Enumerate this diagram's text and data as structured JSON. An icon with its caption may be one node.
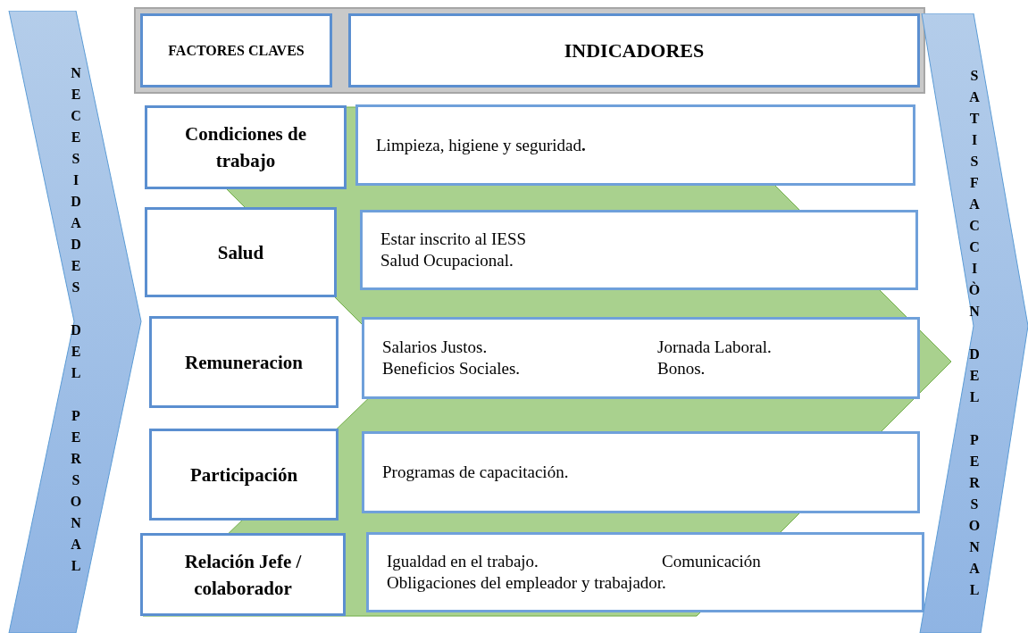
{
  "diagram": {
    "nodes": [
      {
        "text": [
          "NECESIDADES DEL PERSONAL"
        ]
      },
      {
        "text": [
          "FACTORES CLAVES"
        ]
      },
      {
        "text": [
          "INDICADORES"
        ]
      },
      {
        "text": [
          "Condiciones de trabajo"
        ]
      },
      {
        "text": [
          "Limpieza, higiene y seguridad**.**"
        ]
      },
      {
        "text": [
          "Salud"
        ]
      },
      {
        "text": [
          "Estar inscrito al IESS",
          "Salud Ocupacional."
        ]
      },
      {
        "text": [
          "Remuneracion"
        ]
      },
      {
        "text": [
          "Salarios Justos.",
          "Jornada Laboral.",
          "Beneficios Sociales.",
          "Bonos."
        ]
      },
      {
        "text": [
          "Participación"
        ]
      },
      {
        "text": [
          "Programas de capacitación."
        ]
      },
      {
        "text": [
          "Relación Jefe / colaborador"
        ]
      },
      {
        "text": [
          "Igualdad en el trabajo.",
          "Comunicación",
          "Obligaciones del empleador y trabajador."
        ]
      },
      {
        "text": [
          "SATISFACCIÒN DEL PERSONAL"
        ]
      }
    ]
  }
}
